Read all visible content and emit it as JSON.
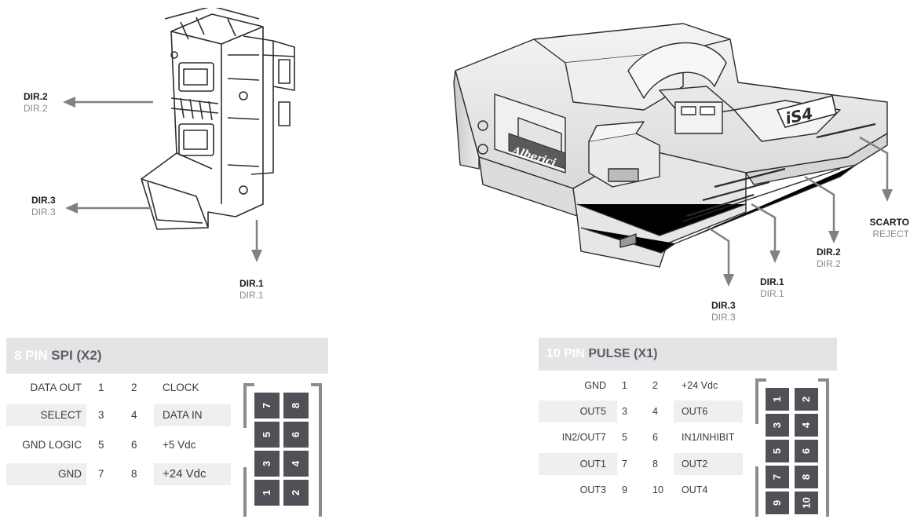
{
  "labels": {
    "left_dir2": {
      "en": "DIR.2",
      "it": "DIR.2"
    },
    "left_dir3": {
      "en": "DIR.3",
      "it": "DIR.3"
    },
    "left_dir1": {
      "en": "DIR.1",
      "it": "DIR.1"
    },
    "right_scarto": {
      "en": "SCARTO",
      "it": "REJECT"
    },
    "right_dir2": {
      "en": "DIR.2",
      "it": "DIR.2"
    },
    "right_dir1": {
      "en": "DIR.1",
      "it": "DIR.1"
    },
    "right_dir3": {
      "en": "DIR.3",
      "it": "DIR.3"
    }
  },
  "brand": "Alberici",
  "model": "iS4",
  "colors": {
    "arrow": "#7f8185",
    "header_bg": "#e3e4e6",
    "band": "#eeeff1",
    "key": "#4f5156",
    "bracket": "#8a8c90"
  },
  "spi": {
    "pins_label": "8 PIN",
    "name": "SPI (X2)",
    "rows": [
      {
        "left": "DATA OUT",
        "p1": "1",
        "p2": "2",
        "right": "CLOCK"
      },
      {
        "left": "SELECT",
        "p1": "3",
        "p2": "4",
        "right": "DATA IN"
      },
      {
        "left": "GND LOGIC",
        "p1": "5",
        "p2": "6",
        "right": "+5 Vdc"
      },
      {
        "left": "GND",
        "p1": "7",
        "p2": "8",
        "right": "+24 Vdc"
      }
    ],
    "connector": [
      [
        "7",
        "8"
      ],
      [
        "5",
        "6"
      ],
      [
        "3",
        "4"
      ],
      [
        "1",
        "2"
      ]
    ]
  },
  "pulse": {
    "pins_label": "10 PIN",
    "name": "PULSE (X1)",
    "rows": [
      {
        "left": "GND",
        "p1": "1",
        "p2": "2",
        "right": "+24 Vdc"
      },
      {
        "left": "OUT5",
        "p1": "3",
        "p2": "4",
        "right": "OUT6"
      },
      {
        "left": "IN2/OUT7",
        "p1": "5",
        "p2": "6",
        "right": "IN1/INHIBIT"
      },
      {
        "left": "OUT1",
        "p1": "7",
        "p2": "8",
        "right": "OUT2"
      },
      {
        "left": "OUT3",
        "p1": "9",
        "p2": "10",
        "right": "OUT4"
      }
    ],
    "connector": [
      [
        "1",
        "2"
      ],
      [
        "3",
        "4"
      ],
      [
        "5",
        "6"
      ],
      [
        "7",
        "8"
      ],
      [
        "9",
        "10"
      ]
    ]
  }
}
